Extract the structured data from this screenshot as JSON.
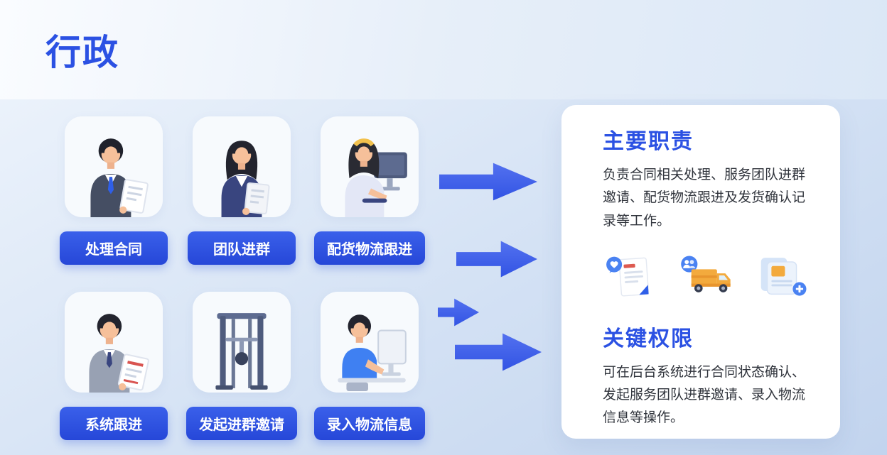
{
  "page": {
    "title": "行政"
  },
  "tasks": [
    {
      "label": "处理合同",
      "illustration": "man-dark-suit-holding-contract"
    },
    {
      "label": "团队进群",
      "illustration": "woman-blazer-holding-document"
    },
    {
      "label": "配货物流跟进",
      "illustration": "woman-headband-at-computer"
    },
    {
      "label": "系统跟进",
      "illustration": "man-gray-suit-holding-checklist"
    },
    {
      "label": "发起进群邀请",
      "illustration": "gym-equipment-rack"
    },
    {
      "label": "录入物流信息",
      "illustration": "man-blue-shirt-at-computer"
    }
  ],
  "panel": {
    "sections": [
      {
        "title": "主要职责",
        "body": "负责合同相关处理、服务团队进群邀请、配货物流跟进及发货确认记录等工作。"
      },
      {
        "title": "关键权限",
        "body": "可在后台系统进行合同状态确认、发起服务团队进群邀请、录入物流信息等操作。"
      }
    ],
    "icons": [
      "contract-heart-chat-icon",
      "delivery-truck-team-icon",
      "documents-add-icon"
    ]
  },
  "colors": {
    "accent": "#2b51e3",
    "pill": "#2f55e4",
    "arrow": "#3d63ed",
    "panel_bg": "#ffffff",
    "truck_orange": "#f3aa3d"
  }
}
